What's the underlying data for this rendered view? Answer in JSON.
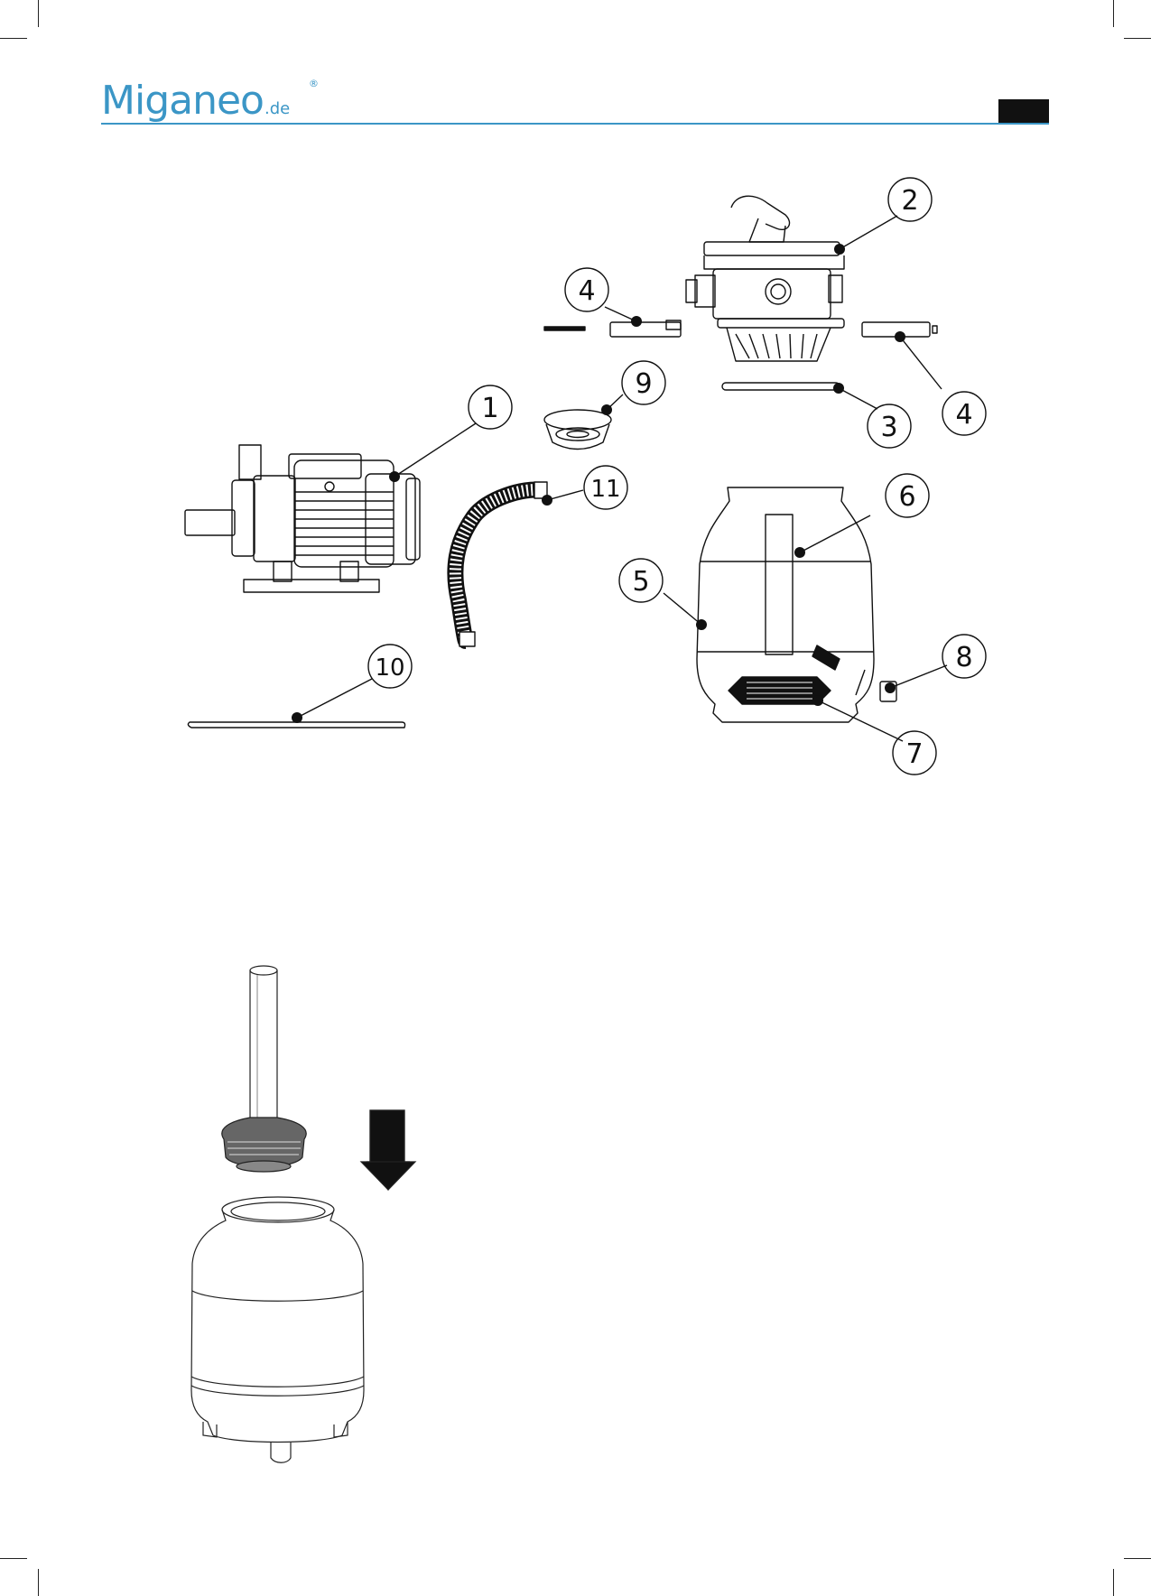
{
  "header": {
    "brand": "Miganeo",
    "tld": ".de",
    "registered_mark": "®",
    "page_number": ""
  },
  "diagram": {
    "callouts": [
      {
        "id": "1",
        "label": "1"
      },
      {
        "id": "2",
        "label": "2"
      },
      {
        "id": "3",
        "label": "3"
      },
      {
        "id": "4a",
        "label": "4"
      },
      {
        "id": "4b",
        "label": "4"
      },
      {
        "id": "5",
        "label": "5"
      },
      {
        "id": "6",
        "label": "6"
      },
      {
        "id": "7",
        "label": "7"
      },
      {
        "id": "8",
        "label": "8"
      },
      {
        "id": "9",
        "label": "9"
      },
      {
        "id": "10",
        "label": "10"
      },
      {
        "id": "11",
        "label": "11"
      }
    ]
  },
  "icons": {
    "brand_color": "#3b96c6",
    "ink_color": "#111111",
    "arrow": "down-arrow-icon"
  }
}
